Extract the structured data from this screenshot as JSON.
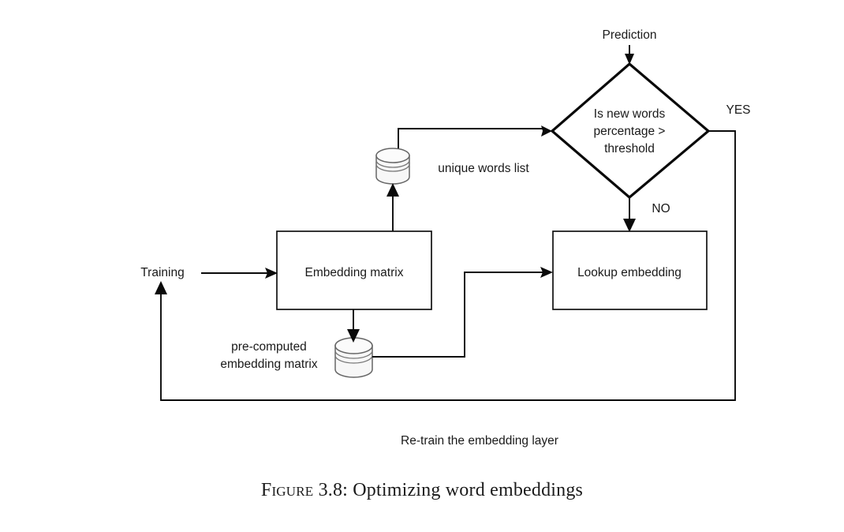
{
  "figure": {
    "caption_label": "Figure 3.8:",
    "caption_text": "Optimizing word embeddings",
    "loop_caption": "Re-train the embedding layer"
  },
  "nodes": {
    "prediction_label": "Prediction",
    "decision": {
      "line1": "Is new words",
      "line2": "percentage >",
      "line3": "threshold"
    },
    "lookup_embedding": "Lookup embedding",
    "embedding_matrix": "Embedding matrix",
    "training_label": "Training",
    "unique_words_list": "unique words list",
    "precomputed": {
      "line1": "pre-computed",
      "line2": "embedding matrix"
    }
  },
  "edges": {
    "yes_label": "YES",
    "no_label": "NO"
  },
  "colors": {
    "stroke": "#0a0a0a",
    "box_fill": "#ffffff",
    "cylinder_fill": "#f7f7f7",
    "cylinder_stroke": "#666666",
    "text": "#1a1a1a",
    "background": "#ffffff"
  }
}
